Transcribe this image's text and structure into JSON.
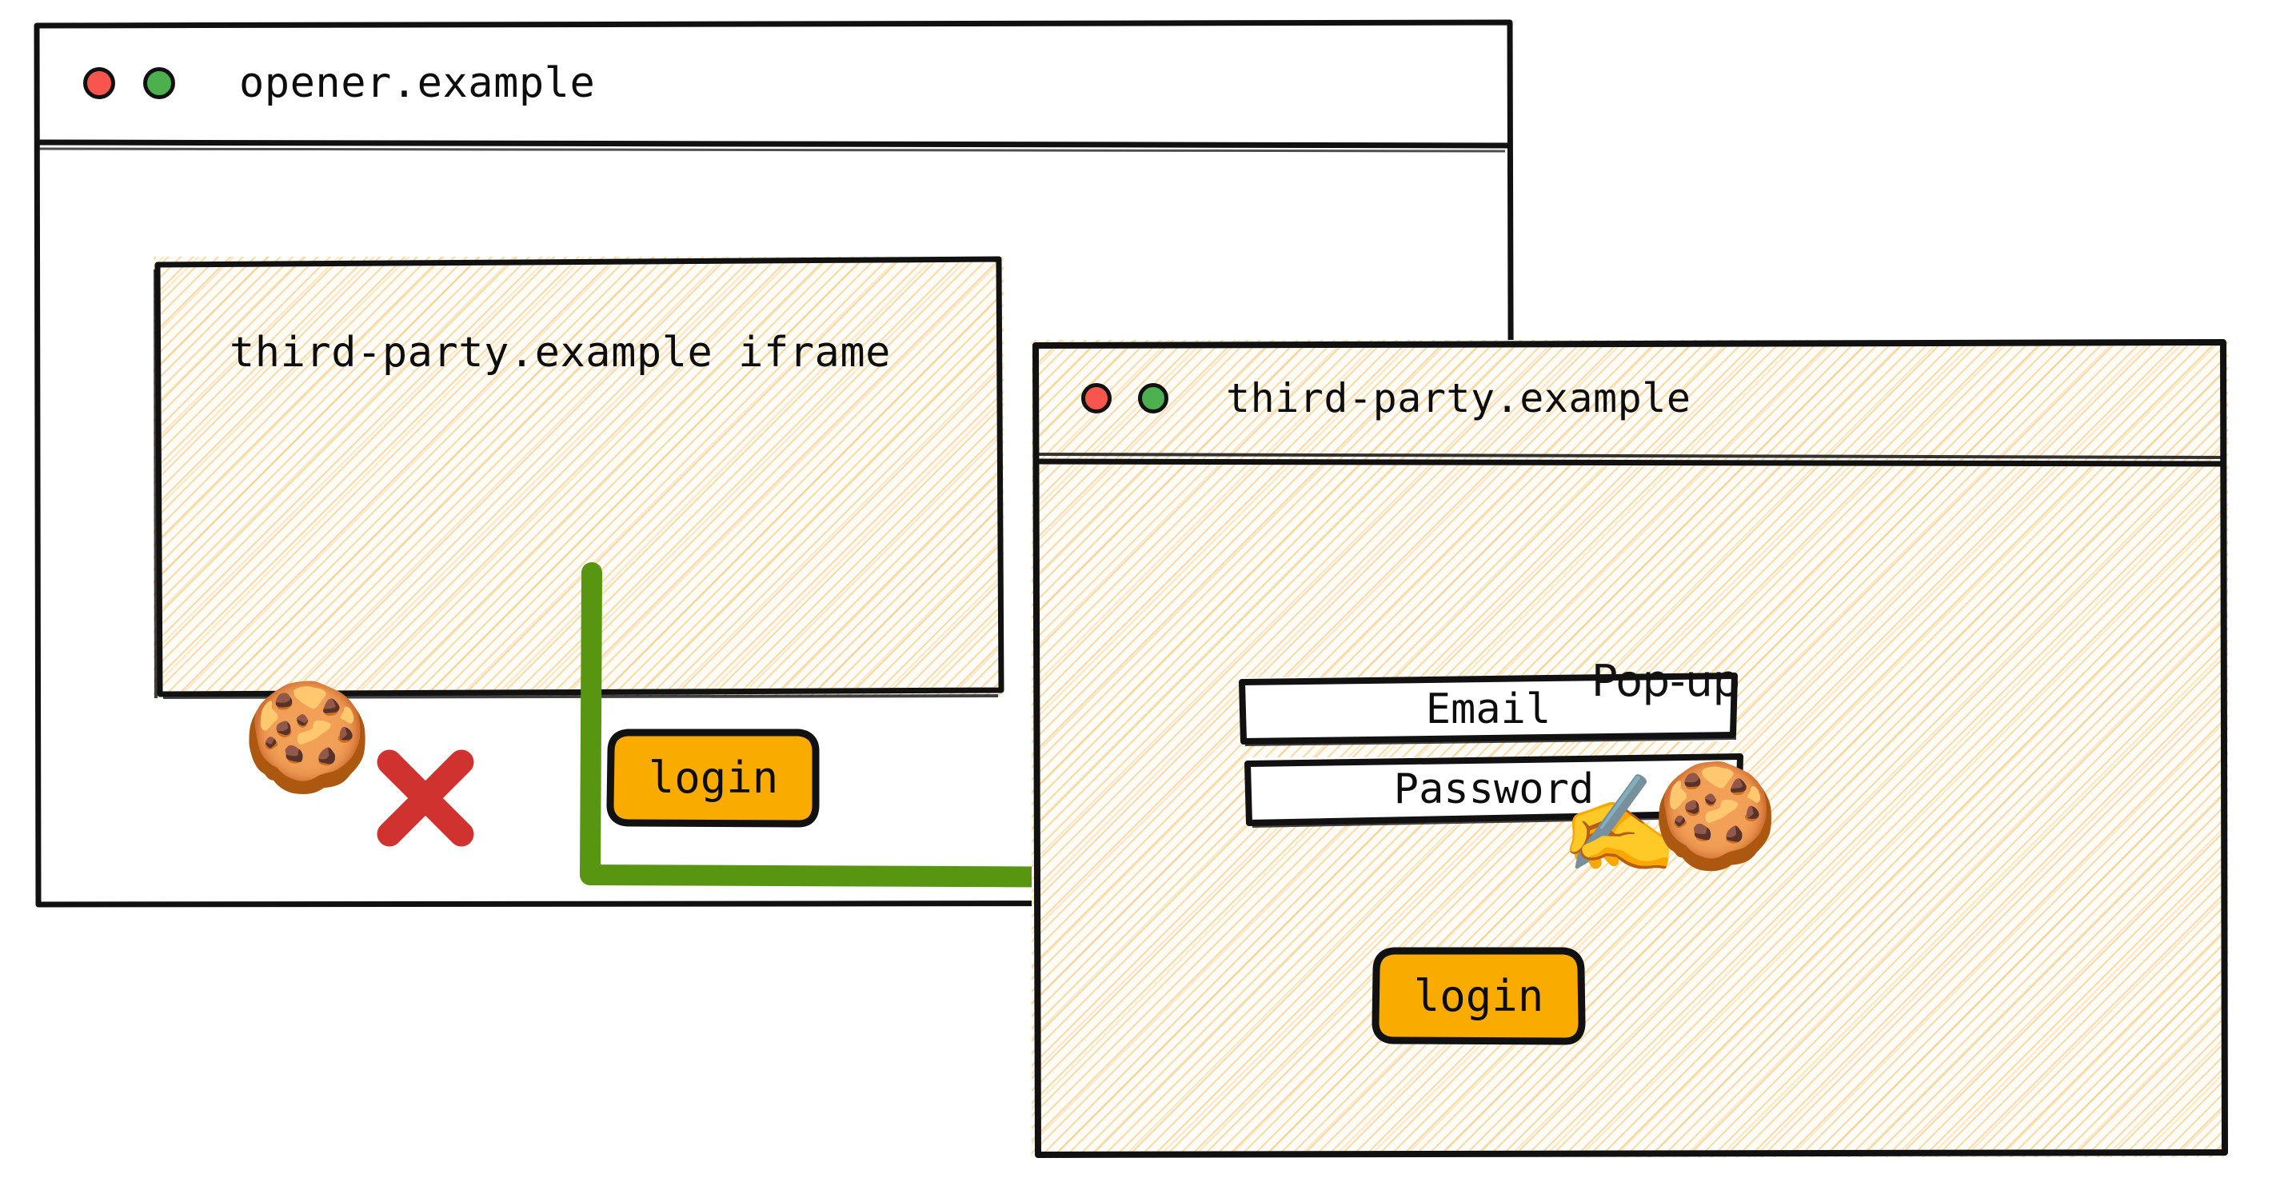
{
  "colors": {
    "accent_orange": "#f9ab00",
    "arrow_green": "#589611",
    "cross_red": "#d0332f",
    "dot_red": "#f9554f",
    "dot_green": "#4cb04e",
    "stroke_black": "#111111",
    "hatch_tan": "#f3c468",
    "page_background": "#ffffff"
  },
  "opener_window": {
    "title": "opener.example",
    "traffic_lights": {
      "close": "close-dot",
      "maximize": "maximize-dot"
    },
    "iframe": {
      "label": "third-party.example iframe",
      "cookie_icon": "cookie-icon",
      "cookie_emoji": "🍪",
      "blocked_icon": "cross-mark-icon",
      "login_button": "login"
    }
  },
  "flow": {
    "arrow_icon": "flow-arrow-icon",
    "from": "login",
    "to": "third-party.example"
  },
  "popup_window": {
    "title": "third-party.example",
    "annotation": "Pop-up",
    "traffic_lights": {
      "close": "close-dot",
      "maximize": "maximize-dot"
    },
    "form": {
      "email_label": "Email",
      "password_label": "Password",
      "submit_label": "login"
    },
    "signing_icon": "writing-hand-icon",
    "signing_emoji": "✍️",
    "cookie_icon": "cookie-icon",
    "cookie_emoji": "🍪"
  }
}
